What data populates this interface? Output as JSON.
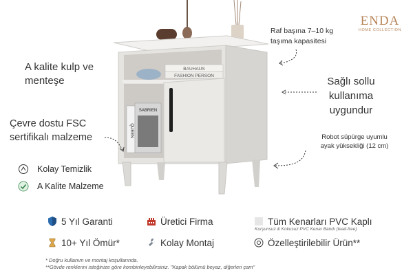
{
  "brand": {
    "name": "ENDA",
    "sub": "HOME COLLECTION"
  },
  "features": {
    "shelf_capacity": [
      "Raf başına 7–10 kg",
      "taşıma kapasitesi"
    ],
    "handle_hinge": [
      "A kalite kulp ve",
      "menteşe"
    ],
    "reversible": [
      "Sağlı sollu",
      "kullanıma",
      "uygundur"
    ],
    "fsc": [
      "Çevre dostu FSC",
      "sertifikalı malzeme"
    ],
    "robot_vacuum": [
      "Robot süpürge uyumlu",
      "ayak yüksekliği (12 cm)"
    ]
  },
  "badges": [
    {
      "icon": "clean-icon",
      "label": "Kolay Temizlik"
    },
    {
      "icon": "quality-check-icon",
      "label": "A Kalite Malzeme"
    }
  ],
  "bottom": {
    "warranty": "5 Yıl Garanti",
    "manufacturer": "Üretici Firma",
    "pvc": "Tüm Kenarları PVC Kaplı",
    "pvc_note": "Kurşunsuz & Kokusuz PVC Kenar Bandı (lead-free)",
    "lifetime": "10+ Yıl Ömür*",
    "assembly": "Kolay Montaj",
    "custom": "Özelleştirilebilir Ürün**"
  },
  "footnotes": [
    "* Doğru kullanım ve montaj koşullarında.",
    "**Gövde renklerini isteğinize göre kombinleyebilirsiniz. \"Kapak bölümü beyaz, diğerleri çam\""
  ],
  "book_spines": [
    "BAUHAUS",
    "FASHION PERSON",
    "SABRIEN",
    "QUEEN"
  ],
  "colors": {
    "accent": "#b8865a",
    "shield": "#2b6cb0",
    "cabinet": "#e8e6e3"
  }
}
